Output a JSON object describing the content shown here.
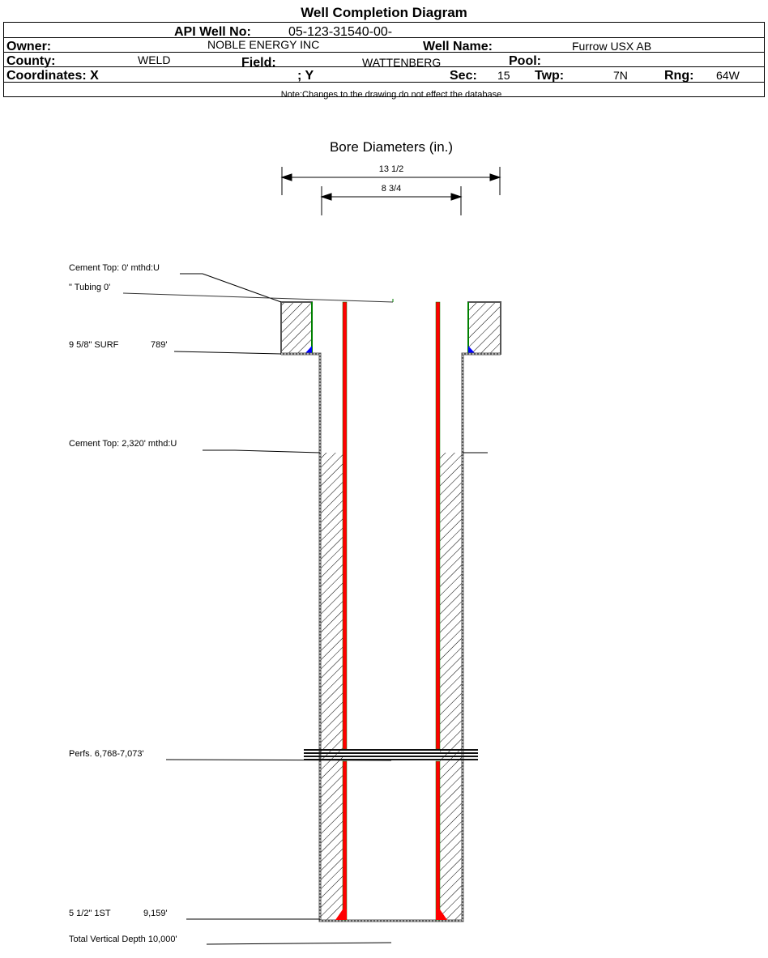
{
  "title": "Well Completion Diagram",
  "header": {
    "api_label": "API Well No:",
    "api_value": "05-123-31540-00-",
    "owner_label": "Owner:",
    "owner_value": "NOBLE ENERGY INC",
    "well_name_label": "Well Name:",
    "well_name_value": "Furrow USX AB",
    "county_label": "County:",
    "county_value": "WELD",
    "field_label": "Field:",
    "field_value": "WATTENBERG",
    "pool_label": "Pool:",
    "coords_label": "Coordinates: X",
    "coords_y_label": "; Y",
    "sec_label": "Sec:",
    "sec_value": "15",
    "twp_label": "Twp:",
    "twp_value": "7N",
    "rng_label": "Rng:",
    "rng_value": "64W"
  },
  "note": "Note:Changes to the drawing do not effect the database",
  "bore": {
    "title": "Bore Diameters (in.)",
    "outer": "13 1/2",
    "inner": "8 3/4"
  },
  "labels": {
    "cement_top_surface": "Cement Top: 0' mthd:U",
    "tubing": "\" Tubing 0'",
    "surface_casing": "9 5/8\" SURF",
    "surface_casing_depth": "789'",
    "cement_top_production": "Cement Top: 2,320' mthd:U",
    "perfs": "Perfs. 6,768-7,073'",
    "production_casing": "5 1/2\" 1ST",
    "production_casing_depth": "9,159'",
    "tvd": "Total Vertical Depth 10,000'"
  },
  "colors": {
    "tubing": "#ff0000",
    "casing_edge": "#008000",
    "shoe": "#0000ff"
  }
}
